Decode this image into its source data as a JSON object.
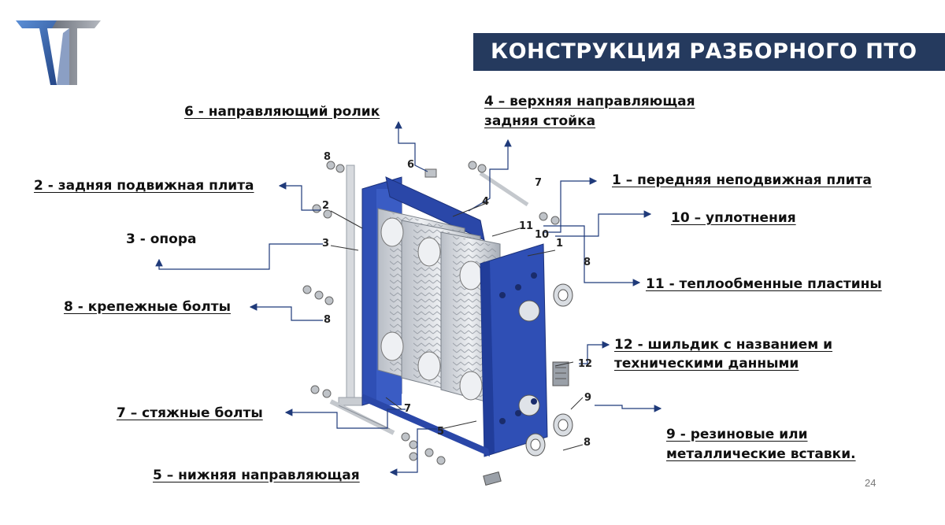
{
  "slide": {
    "title": "КОНСТРУКЦИЯ РАЗБОРНОГО ПТО",
    "page_number": "24"
  },
  "labels": {
    "l6": "6 - направляющий ролик",
    "l4a": "4 – верхняя направляющая",
    "l4b": "задняя стойка",
    "l2": "2 - задняя подвижная плита",
    "l1": "1 – передняя неподвижная плита",
    "l10": "10 – уплотнения",
    "l3": "3 - опора",
    "l11": "11 - теплообменные пластины",
    "l8": "8 - крепежные болты",
    "l12a": "12 - шильдик с названием и",
    "l12b": "техническими данными",
    "l7": "7 – стяжные болты",
    "l9a": "9 - резиновые или",
    "l9b": "металлические вставки.",
    "l5": "5 – нижняя направляющая"
  },
  "callout_numbers": {
    "n8a": "8",
    "n6": "6",
    "n7a": "7",
    "n2": "2",
    "n4": "4",
    "n11": "11",
    "n10": "10",
    "n1": "1",
    "n3": "3",
    "n8b": "8",
    "n8c": "8",
    "n12": "12",
    "n7b": "7",
    "n9": "9",
    "n5": "5",
    "n8d": "8"
  },
  "colors": {
    "title_bg": "#253a5e",
    "plate_blue": "#2f4fb5",
    "arrow_color": "#1f3a7a",
    "logo_blue": "#2e5da8",
    "logo_gray": "#8a8f99"
  }
}
